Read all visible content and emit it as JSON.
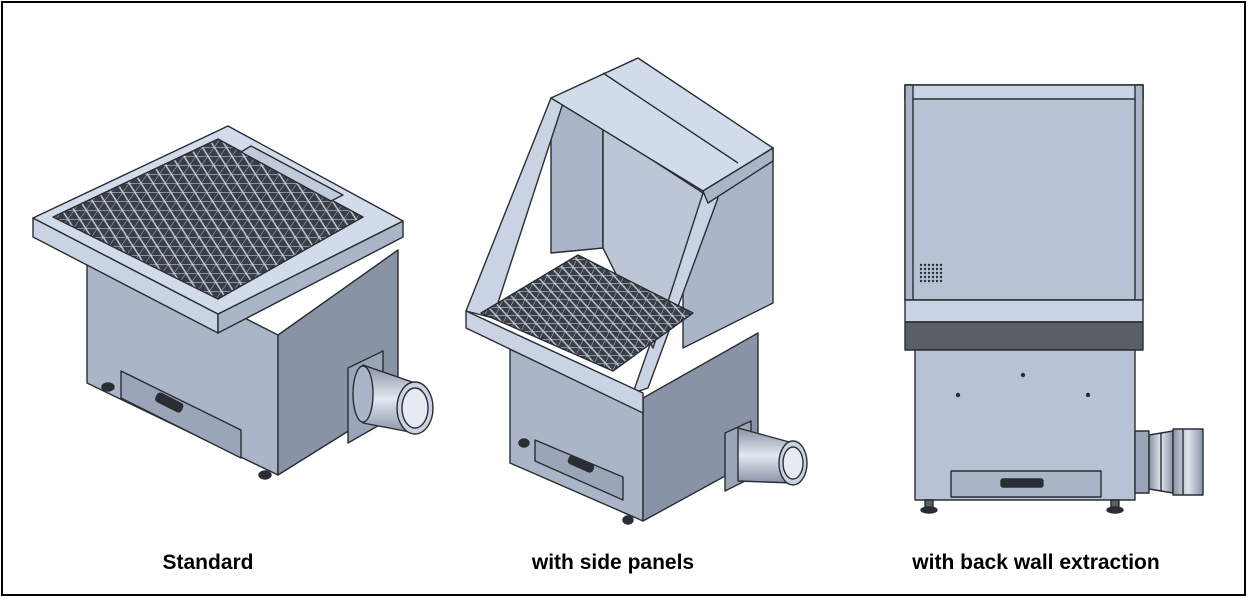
{
  "figures": [
    {
      "id": "standard",
      "caption": "Standard"
    },
    {
      "id": "side-panels",
      "caption": "with side panels"
    },
    {
      "id": "back-wall",
      "caption": "with back wall extraction"
    }
  ],
  "colors": {
    "metal_light": "#c9d3e3",
    "metal_mid": "#aab5c7",
    "metal_dark": "#8893a6",
    "grid": "#3a3f47",
    "outline": "#2a2d33",
    "band": "#5a5f66"
  }
}
